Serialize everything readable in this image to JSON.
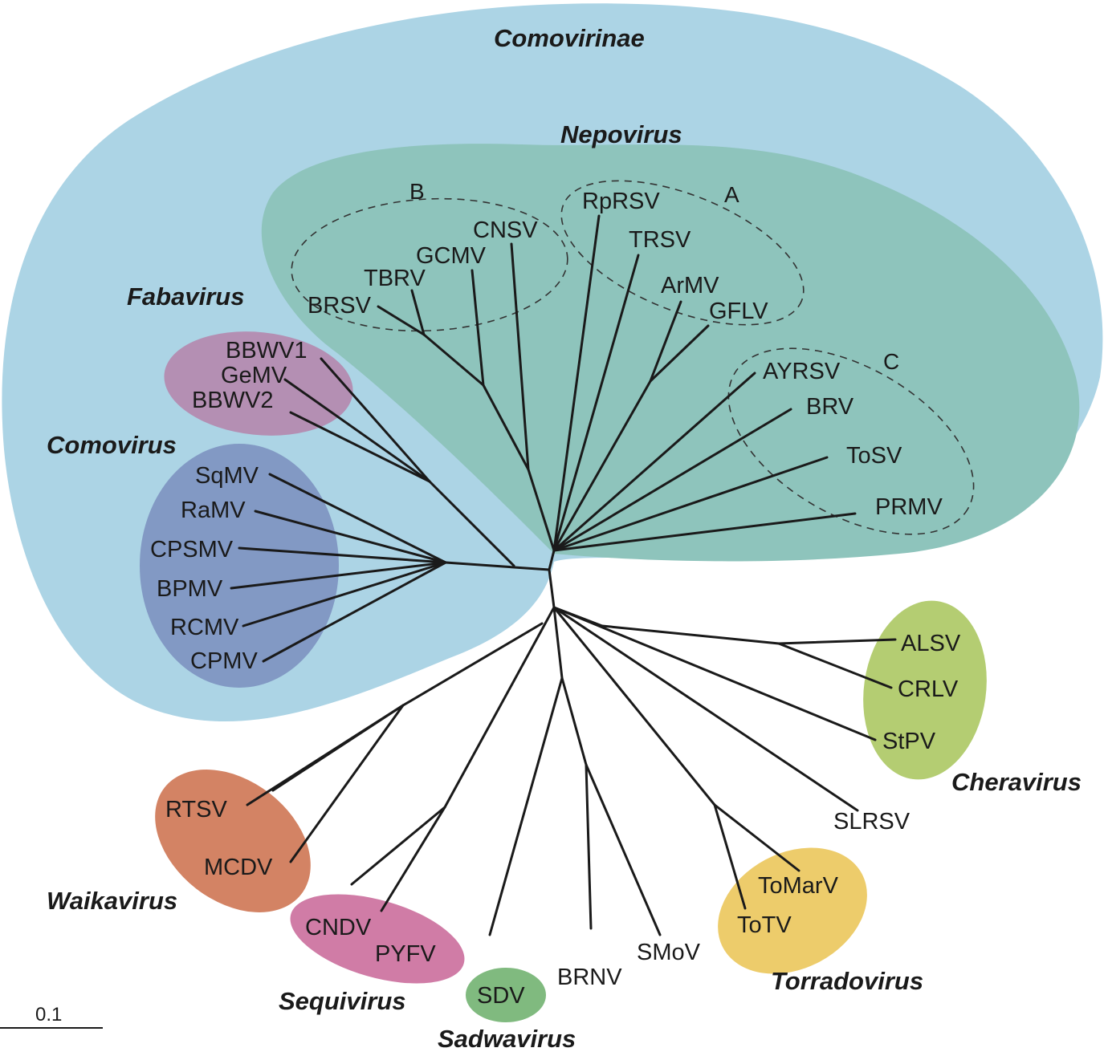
{
  "figure": {
    "type": "unrooted phylogenetic tree",
    "scale_bar_label": "0.1"
  },
  "colors": {
    "comovirinae": "#acd4e5",
    "nepovirus": "#8ec4bc",
    "fabavirus": "#b48fb3",
    "comovirus": "#8299c4",
    "cheravirus": "#b4cd72",
    "torradovirus": "#edcc6b",
    "waikavirus": "#d38364",
    "sequivirus": "#d07ca6",
    "sadwavirus": "#80ba7f"
  },
  "groups": {
    "comovirinae": "Comovirinae",
    "nepovirus": "Nepovirus",
    "fabavirus": "Fabavirus",
    "comovirus": "Comovirus",
    "cheravirus": "Cheravirus",
    "torradovirus": "Torradovirus",
    "waikavirus": "Waikavirus",
    "sequivirus": "Sequivirus",
    "sadwavirus": "Sadwavirus"
  },
  "subgroups": {
    "a": "A",
    "b": "B",
    "c": "C"
  },
  "taxa": {
    "BRSV": "BRSV",
    "TBRV": "TBRV",
    "GCMV": "GCMV",
    "CNSV": "CNSV",
    "RpRSV": "RpRSV",
    "TRSV": "TRSV",
    "ArMV": "ArMV",
    "GFLV": "GFLV",
    "AYRSV": "AYRSV",
    "BRV": "BRV",
    "ToSV": "ToSV",
    "PRMV": "PRMV",
    "BBWV1": "BBWV1",
    "GeMV": "GeMV",
    "BBWV2": "BBWV2",
    "SqMV": "SqMV",
    "RaMV": "RaMV",
    "CPSMV": "CPSMV",
    "BPMV": "BPMV",
    "RCMV": "RCMV",
    "CPMV": "CPMV",
    "ALSV": "ALSV",
    "CRLV": "CRLV",
    "StPV": "StPV",
    "SLRSV": "SLRSV",
    "ToMarV": "ToMarV",
    "ToTV": "ToTV",
    "SMoV": "SMoV",
    "BRNV": "BRNV",
    "SDV": "SDV",
    "PYFV": "PYFV",
    "CNDV": "CNDV",
    "MCDV": "MCDV",
    "RTSV": "RTSV"
  }
}
